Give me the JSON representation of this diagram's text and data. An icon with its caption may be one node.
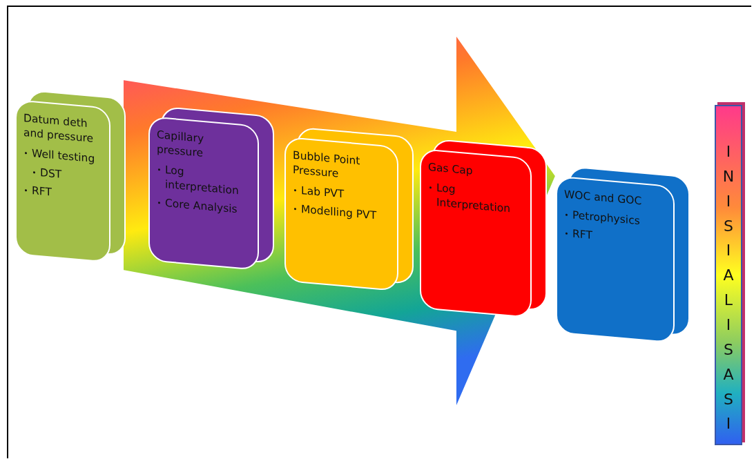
{
  "diagram": {
    "nodes": [
      {
        "text": [
          "Datum deth and pressure",
          "Well testing",
          "DST",
          "RFT"
        ]
      },
      {
        "text": [
          "Capillary pressure",
          "Log interpretation",
          "Core Analysis"
        ]
      },
      {
        "text": [
          "Bubble Point Pressure",
          "Lab PVT",
          "Modelling PVT"
        ]
      },
      {
        "text": [
          "Gas Cap",
          "Log Interpretation"
        ]
      },
      {
        "text": [
          "WOC and GOC",
          "Petrophysics",
          "RFT"
        ]
      },
      {
        "text": [
          "INISIALISASI"
        ]
      }
    ],
    "edges": [
      {
        "from": 0,
        "to": 4,
        "arrow": "to",
        "style": "thick"
      }
    ]
  }
}
